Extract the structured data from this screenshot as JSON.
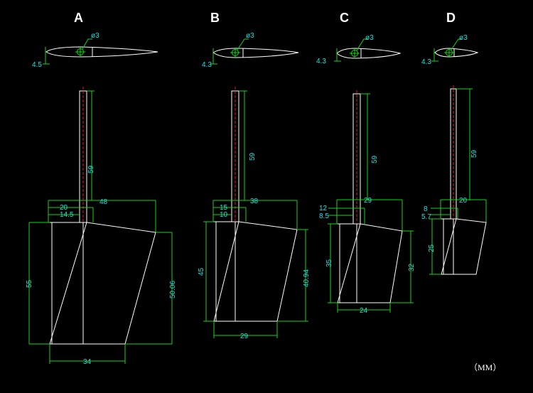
{
  "units_label": "（MM）",
  "colors": {
    "background": "#000000",
    "outline": "#ffffff",
    "dimension": "#18d418",
    "text": "#19e3e3",
    "centerline": "#e01818"
  },
  "views": [
    {
      "id": "a",
      "title": "A",
      "dims": {
        "hole": "ø3",
        "thick": "4.5",
        "shaft": "59",
        "top_width": "48",
        "w1": "20",
        "w2": "14.5",
        "height": "55",
        "right_h": "50.06",
        "bottom": "34"
      }
    },
    {
      "id": "b",
      "title": "B",
      "dims": {
        "hole": "ø3",
        "thick": "4.3",
        "shaft": "59",
        "top_width": "38",
        "w1": "15",
        "w2": "10",
        "height": "45",
        "right_h": "40.94",
        "bottom": "29"
      }
    },
    {
      "id": "c",
      "title": "C",
      "dims": {
        "hole": "ø3",
        "thick": "4.3",
        "shaft": "59",
        "top_width": "29",
        "w1": "12",
        "w2": "8.5",
        "height": "35",
        "right_h": "32",
        "bottom": "24"
      }
    },
    {
      "id": "d",
      "title": "D",
      "dims": {
        "hole": "ø3",
        "thick": "4.3",
        "shaft": "59",
        "top_width": "20",
        "w1": "8",
        "w2": "5.7",
        "height": "25"
      }
    }
  ]
}
